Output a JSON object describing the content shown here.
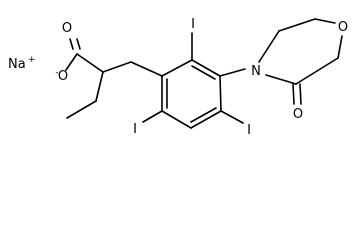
{
  "molecule": {
    "counterion": {
      "symbol": "Na",
      "charge": "+"
    },
    "carboxylate": {
      "carbonyl_oxygen": "O",
      "anionic_oxygen": "O",
      "anion_charge": "-"
    },
    "ring_iodines": [
      "I",
      "I",
      "I"
    ],
    "morpholinone": {
      "ring_nitrogen": "N",
      "ring_oxygen": "O",
      "lactam_oxygen": "O"
    }
  }
}
